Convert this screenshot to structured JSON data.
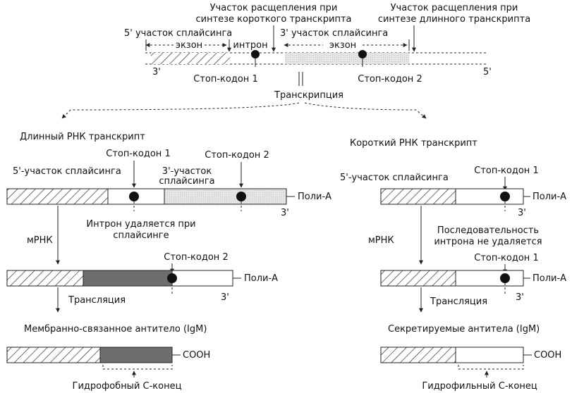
{
  "top": {
    "cleavage_short": [
      "Участок расщепления при",
      "синтезе короткого транскрипта"
    ],
    "cleavage_long": [
      "Участок расщепления при",
      "синтезе длинного транскрипта"
    ],
    "splice5": "5' участок сплайсинга",
    "splice3": "3' участок сплайсинга",
    "exon1": "экзон",
    "intron": "интрон",
    "exon2": "экзон",
    "end3": "3'",
    "end5": "5'",
    "stop1": "Стоп-кодон 1",
    "stop2": "Стоп-кодон 2",
    "transcription": "Транскрипция"
  },
  "left": {
    "title": "Длинный РНК транскрипт",
    "stop1": "Стоп-кодон 1",
    "stop2": "Стоп-кодон 2",
    "splice5": "5'-участок сплайсинга",
    "splice3": [
      "3'-участок",
      "сплайсинга"
    ],
    "polyA": "Поли-А",
    "end3": "3'",
    "intron_removed": [
      "Интрон удаляется при",
      "сплайсинге"
    ],
    "mrna": "мРНК",
    "stop2b": "Стоп-кодон 2",
    "polyA_b": "Поли-А",
    "end3_b": "3'",
    "translation": "Трансляция",
    "product": "Мембранно-связанное антитело  (IgM)",
    "cooh": "COOH",
    "terminus": "Гидрофобный С-конец"
  },
  "right": {
    "title": "Короткий РНК транскрипт",
    "splice5": "5'-участок сплайсинга",
    "stop1": "Стоп-кодон 1",
    "polyA": "Поли-А",
    "end3": "3'",
    "intron_kept": [
      "Последовательность",
      "интрона не удаляется"
    ],
    "mrna": "мРНК",
    "stop1b": "Стоп-кодон 1",
    "polyA_b": "Поли-А",
    "end3_b": "3'",
    "translation": "Трансляция",
    "product": "Секретируемые антитела  (IgM)",
    "cooh": "COOH",
    "terminus": "Гидрофильный С-конец"
  }
}
